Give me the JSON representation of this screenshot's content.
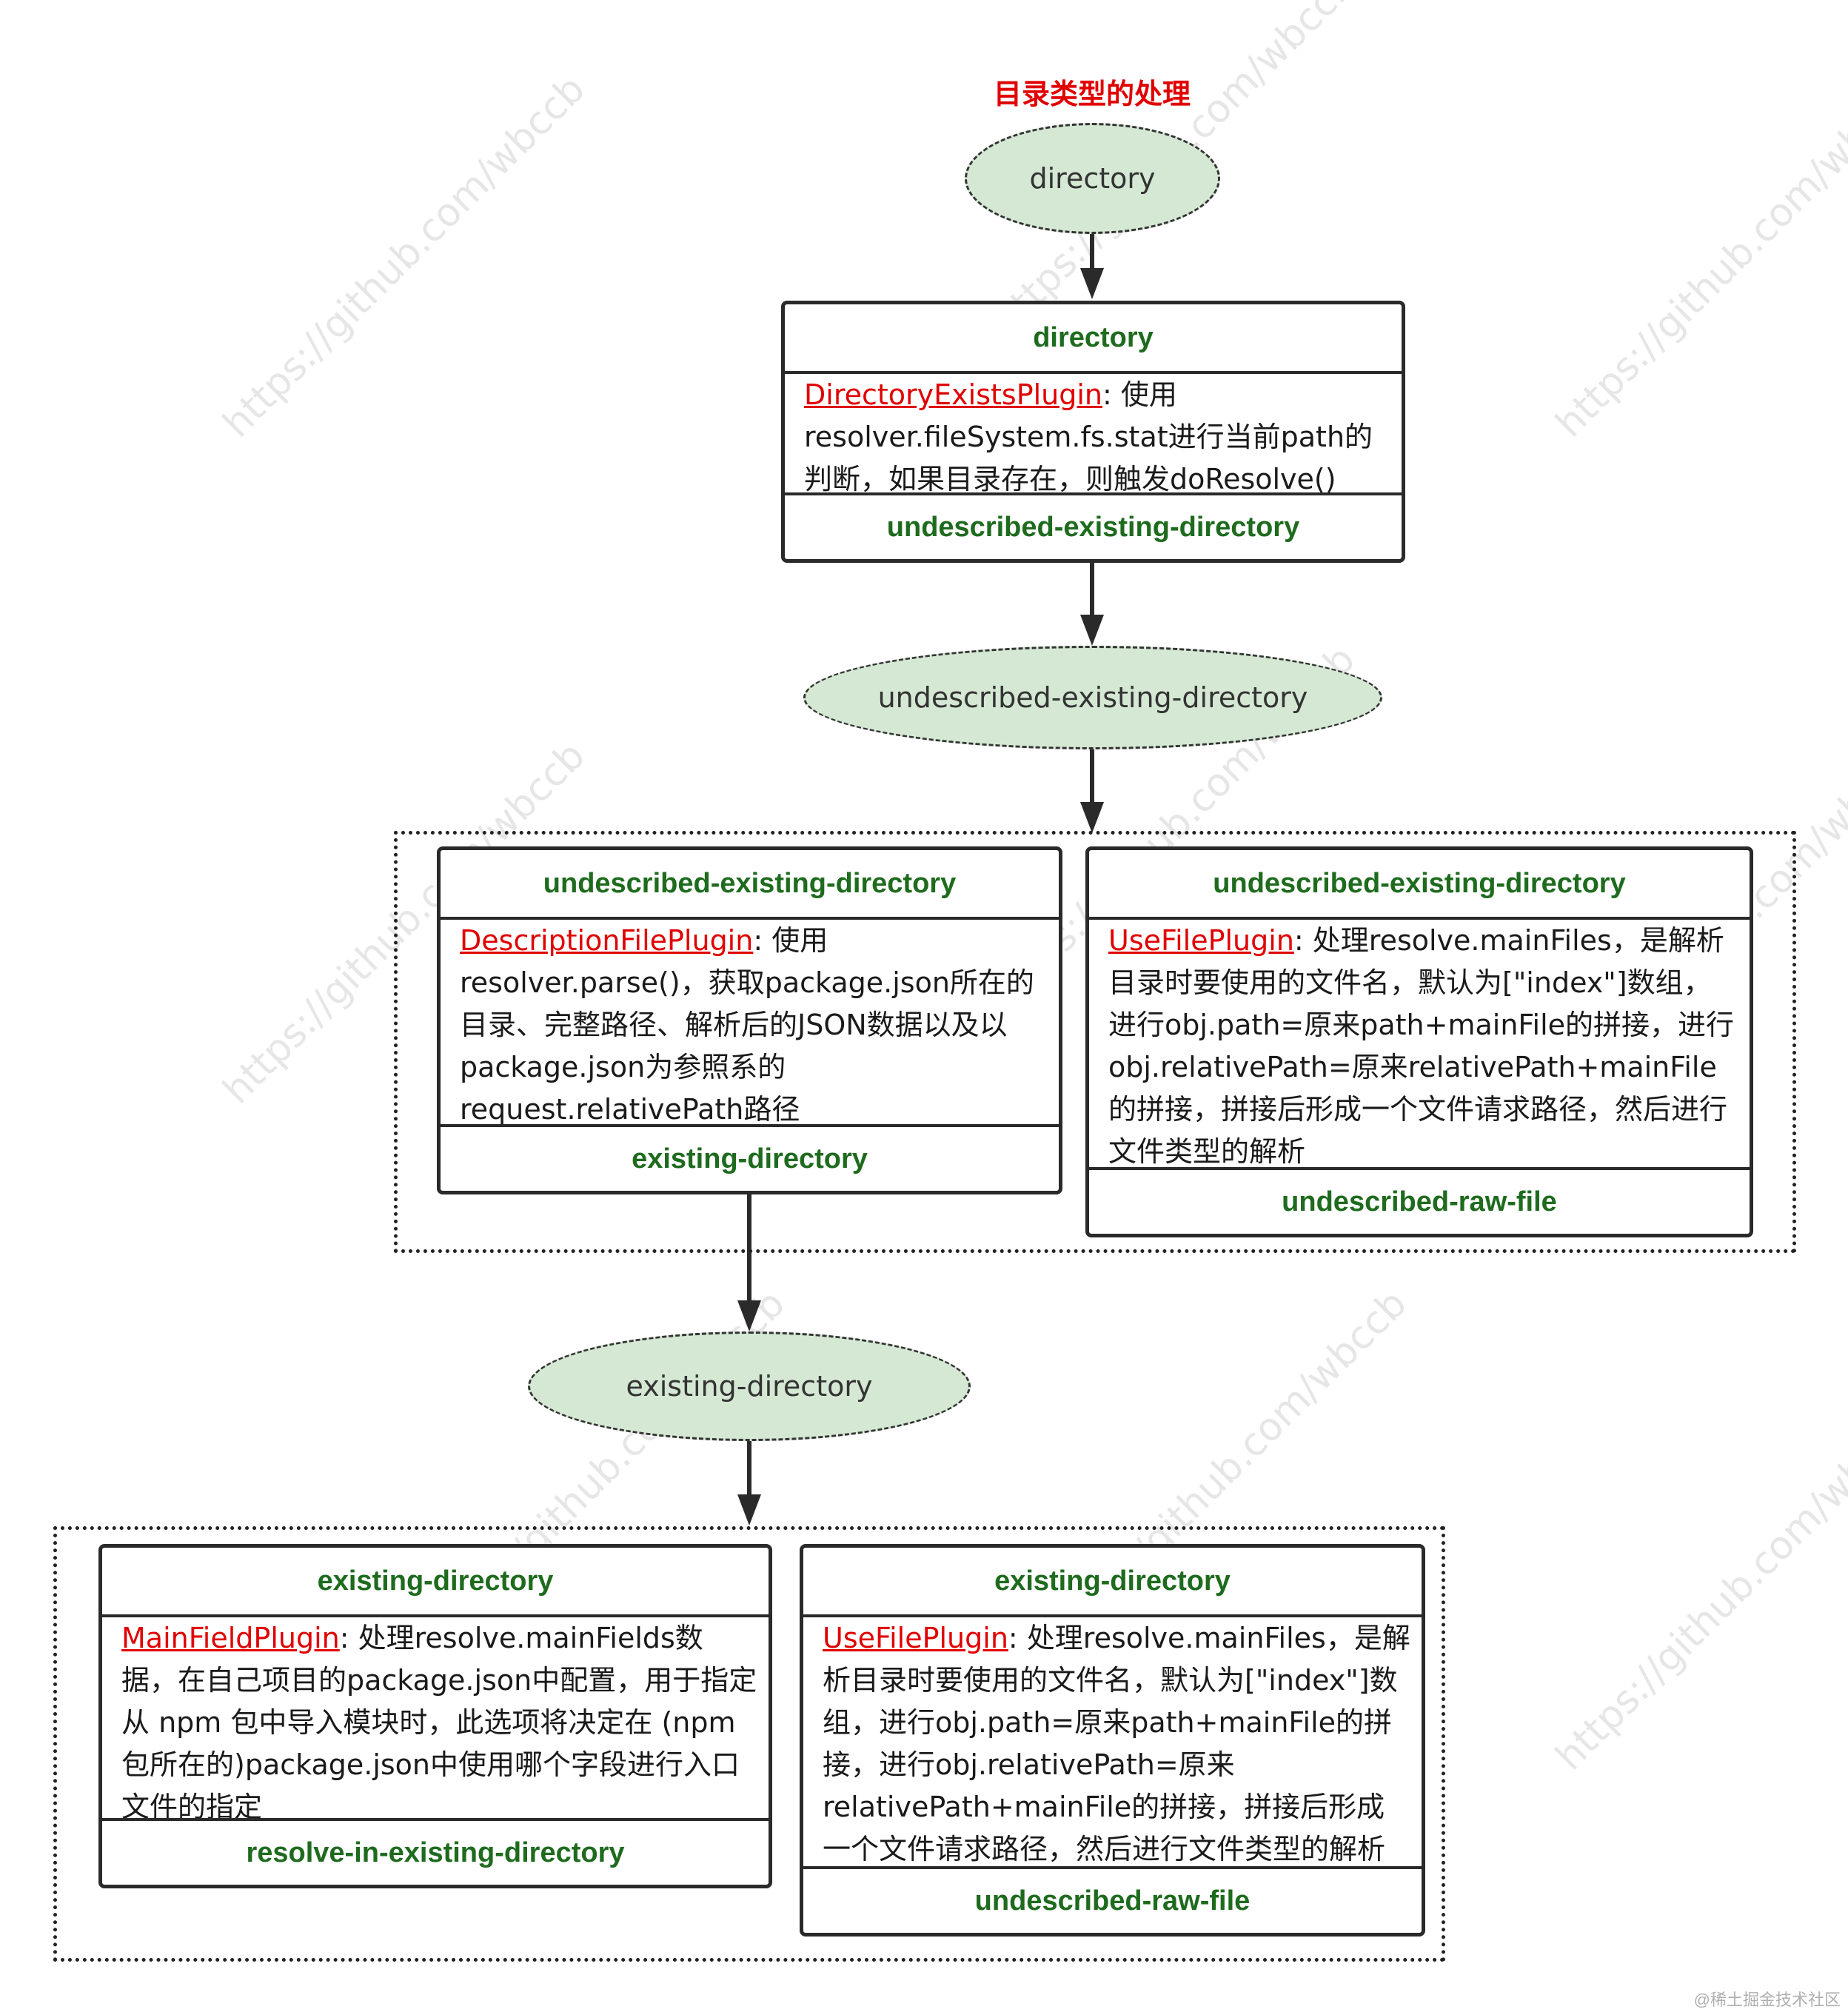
{
  "title": "目录类型的处理",
  "watermark": "https://github.com/wbccb",
  "credit": "@稀土掘金技术社区",
  "colors": {
    "plugin": "#e00000",
    "hook": "#1e6b1e",
    "ellipse_fill": "#d5e8d4",
    "stroke": "#2a2a2a"
  },
  "ellipses": {
    "directory": "directory",
    "undescribed_existing_directory": "undescribed-existing-directory",
    "existing_directory": "existing-directory"
  },
  "nodes": {
    "directory_exists": {
      "header": "directory",
      "plugin": "DirectoryExistsPlugin",
      "text": ": 使用resolver.fileSystem.fs.stat进行当前path的判断，如果目录存在，则触发doResolve()",
      "footer": "undescribed-existing-directory"
    },
    "description_file": {
      "header": "undescribed-existing-directory",
      "plugin": "DescriptionFilePlugin",
      "text": ": 使用resolver.parse()，获取package.json所在的目录、完整路径、解析后的JSON数据以及以package.json为参照系的request.relativePath路径",
      "footer": "existing-directory"
    },
    "use_file_1": {
      "header": "undescribed-existing-directory",
      "plugin": "UseFilePlugin",
      "text": ": 处理resolve.mainFiles，是解析目录时要使用的文件名，默认为[\"index\"]数组，进行obj.path=原来path+mainFile的拼接，进行obj.relativePath=原来relativePath+mainFile的拼接，拼接后形成一个文件请求路径，然后进行文件类型的解析",
      "footer": "undescribed-raw-file"
    },
    "main_field": {
      "header": "existing-directory",
      "plugin": "MainFieldPlugin",
      "text": ": 处理resolve.mainFields数据，在自己项目的package.json中配置，用于指定从 npm 包中导入模块时，此选项将决定在 (npm包所在的)package.json中使用哪个字段进行入口文件的指定",
      "footer": "resolve-in-existing-directory"
    },
    "use_file_2": {
      "header": "existing-directory",
      "plugin": "UseFilePlugin",
      "text": ": 处理resolve.mainFiles，是解析目录时要使用的文件名，默认为[\"index\"]数组，进行obj.path=原来path+mainFile的拼接，进行obj.relativePath=原来relativePath+mainFile的拼接，拼接后形成一个文件请求路径，然后进行文件类型的解析",
      "footer": "undescribed-raw-file"
    }
  }
}
